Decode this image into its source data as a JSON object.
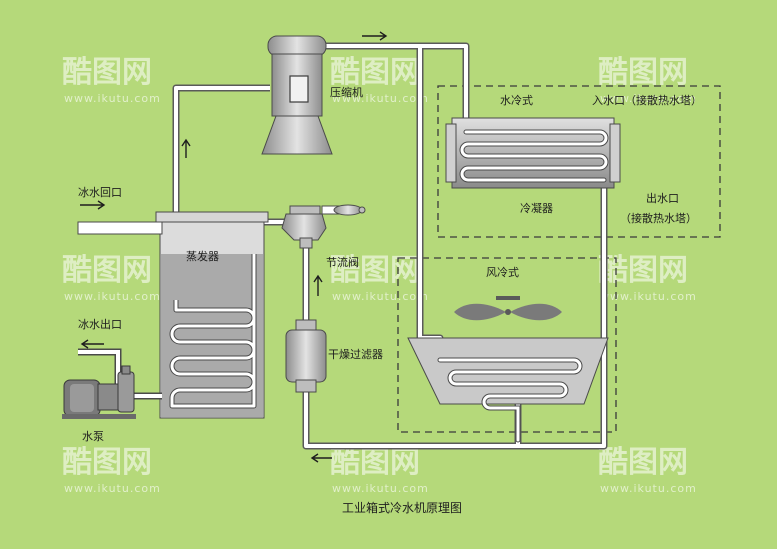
{
  "labels": {
    "compressor": "压缩机",
    "water_cooled": "水冷式",
    "water_inlet": "入水口（接散热水塔）",
    "water_outlet_1": "出水口",
    "water_outlet_2": "（接散热水塔）",
    "condenser": "冷凝器",
    "chilled_return": "冰水回口",
    "evaporator": "蒸发器",
    "throttle_valve": "节流阀",
    "air_cooled": "风冷式",
    "chilled_outlet": "冰水出口",
    "dryer_filter": "干燥过滤器",
    "pump": "水泵",
    "caption": "工业箱式冷水机原理图"
  },
  "watermark": {
    "brand": "酷图网",
    "url": "www.ikutu.com"
  },
  "colors": {
    "background": "#b5d97a",
    "pipe": "#ffffff",
    "pipe_outline": "#5a5a5a",
    "equipment": "#c9c9c9",
    "evaporator_water": "#aaaaaa",
    "text": "#1e1e1e"
  }
}
